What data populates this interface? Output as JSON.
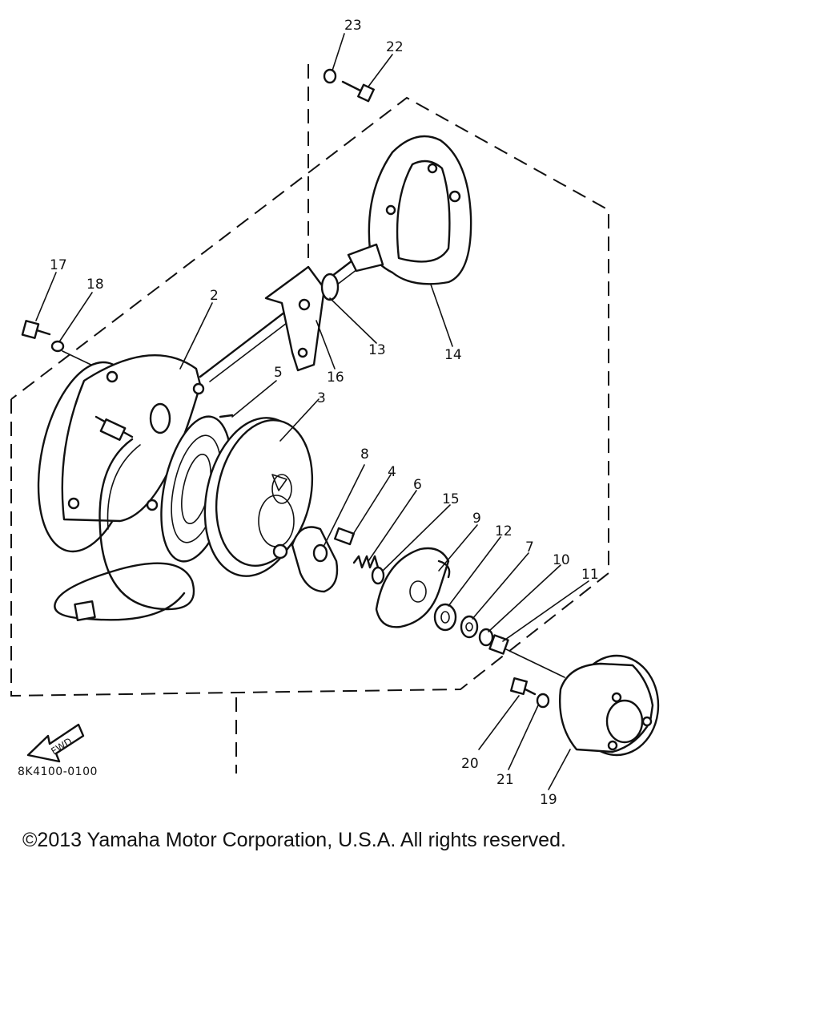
{
  "diagram": {
    "drawing_code": "8K4100-0100",
    "direction_label": "FWD",
    "part_numbers": [
      "2",
      "3",
      "4",
      "5",
      "6",
      "7",
      "8",
      "9",
      "10",
      "11",
      "12",
      "13",
      "14",
      "15",
      "16",
      "17",
      "18",
      "19",
      "20",
      "21",
      "22",
      "23"
    ]
  },
  "footer": {
    "copyright": "©2013 Yamaha Motor Corporation, U.S.A. All rights reserved."
  }
}
